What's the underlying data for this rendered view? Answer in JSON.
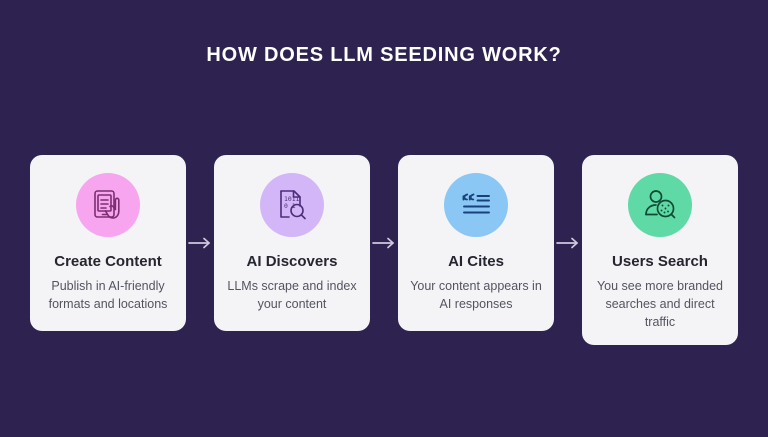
{
  "page": {
    "background_color": "#2E2250",
    "title": "HOW DOES LLM SEEDING WORK?"
  },
  "arrow": {
    "icon": "arrow-right-icon",
    "color": "#CFC9DD",
    "count": 3
  },
  "cards": [
    {
      "title": "Create Content",
      "description": "Publish in AI-friendly formats and locations",
      "icon": "tablet-hand-icon",
      "circle_color": "#F7A5EF",
      "stroke_color": "#7A2E70"
    },
    {
      "title": "AI Discovers",
      "description": "LLMs scrape and index your content",
      "icon": "document-binary-search-icon",
      "circle_color": "#D3B6F7",
      "stroke_color": "#4B2E7A"
    },
    {
      "title": "AI Cites",
      "description": "Your content appears in AI responses",
      "icon": "quote-lines-icon",
      "circle_color": "#8AC7F4",
      "stroke_color": "#18407A"
    },
    {
      "title": "Users Search",
      "description": "You see more branded searches and direct traffic",
      "icon": "person-search-icon",
      "circle_color": "#5FD9A6",
      "stroke_color": "#0F4A33"
    }
  ]
}
